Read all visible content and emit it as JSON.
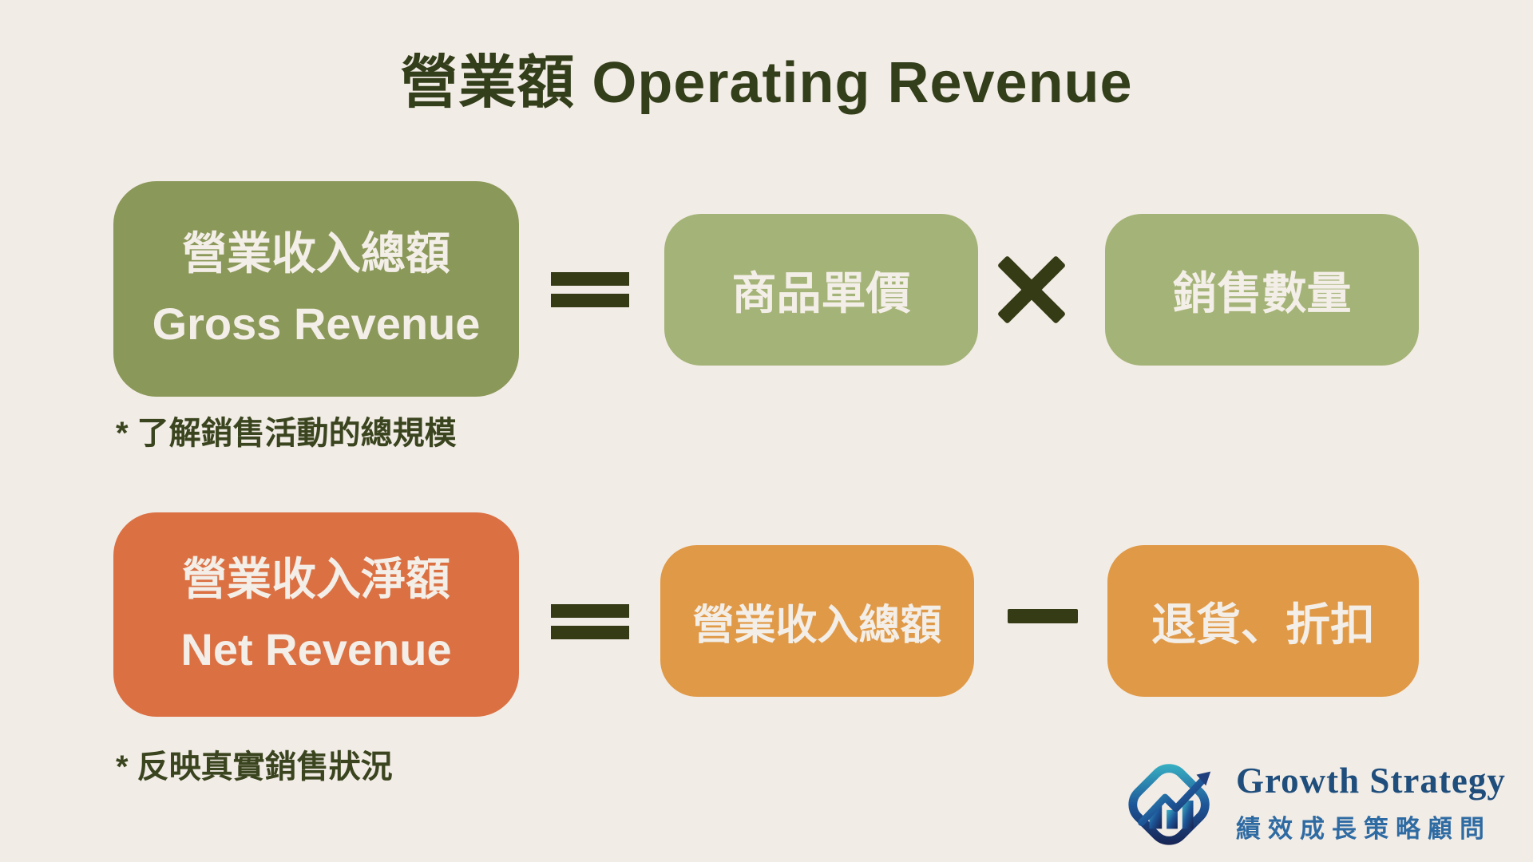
{
  "title": "營業額 Operating Revenue",
  "colors": {
    "background": "#f2ece6",
    "title_text": "#333e1a",
    "operator": "#343b15",
    "box_text": "#f3eee7",
    "gross_result_box": "#8a9859",
    "gross_operand_box": "#a4b377",
    "net_result_box": "#db7043",
    "net_operand_box": "#e09946",
    "footnote_text": "#3a451f",
    "logo_name_text": "#1f4e7c",
    "logo_tagline_text": "#2f6ba3"
  },
  "rows": [
    {
      "result_zh": "營業收入總額",
      "result_en": "Gross Revenue",
      "equals": "=",
      "operand1": "商品單價",
      "operator": "×",
      "operand2": "銷售數量",
      "footnote": "* 了解銷售活動的總規模"
    },
    {
      "result_zh": "營業收入淨額",
      "result_en": "Net Revenue",
      "equals": "=",
      "operand1": "營業收入總額",
      "operator": "−",
      "operand2": "退貨、折扣",
      "footnote": "* 反映真實銷售狀況"
    }
  ],
  "logo": {
    "name": "Growth Strategy",
    "tagline": "績效成長策略顧問"
  }
}
